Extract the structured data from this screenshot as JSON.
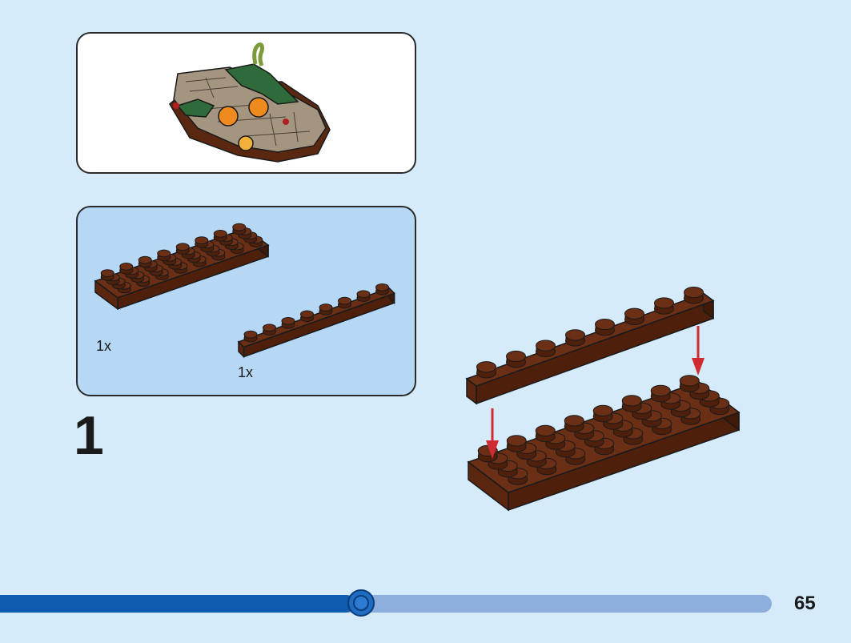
{
  "page": {
    "number": "65"
  },
  "step": {
    "number": "1"
  },
  "parts": [
    {
      "name": "brown-plate-4x8",
      "quantity": "1x"
    },
    {
      "name": "brown-plate-1x8",
      "quantity": "1x"
    }
  ],
  "colors": {
    "background": "#d5ebfa",
    "parts_panel": "#b7d8f5",
    "brick_brown": "#6b2f15",
    "arrow": "#d02a35",
    "progress_done": "#0f5bb0",
    "progress_remaining": "#8eaede"
  },
  "progress": {
    "fraction": 0.46
  }
}
